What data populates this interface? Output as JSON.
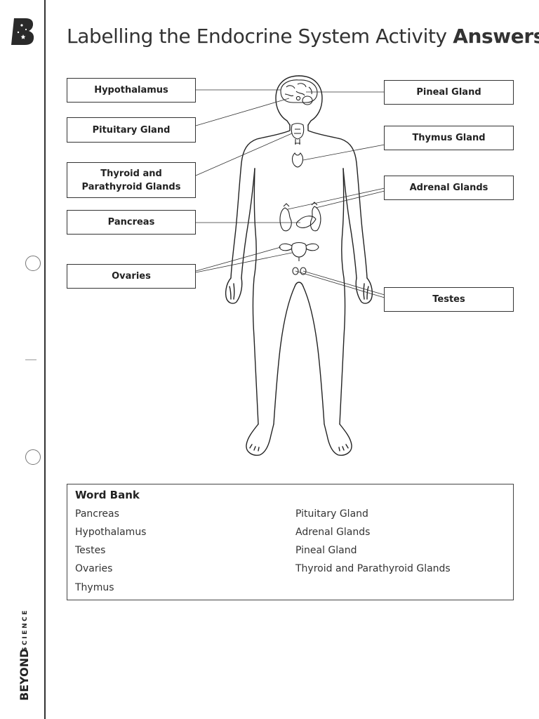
{
  "title": {
    "main": "Labelling the Endocrine System Activity",
    "emphasis": "Answers"
  },
  "brand": {
    "word": "BEYOND",
    "sub": "SCIENCE"
  },
  "labels": {
    "hypothalamus": "Hypothalamus",
    "pituitary": "Pituitary Gland",
    "thyroid_line1": "Thyroid and",
    "thyroid_line2": "Parathyroid Glands",
    "pancreas": "Pancreas",
    "ovaries": "Ovaries",
    "pineal": "Pineal Gland",
    "thymus": "Thymus Gland",
    "adrenal": "Adrenal Glands",
    "testes": "Testes"
  },
  "word_bank": {
    "title": "Word Bank",
    "left": [
      "Pancreas",
      "Hypothalamus",
      "Testes",
      "Ovaries",
      "Thymus"
    ],
    "right": [
      "Pituitary Gland",
      "Adrenal Glands",
      "Pineal Gland",
      "Thyroid and Parathyroid Glands"
    ]
  },
  "icons": {
    "logo": "beyond-logo-icon"
  }
}
